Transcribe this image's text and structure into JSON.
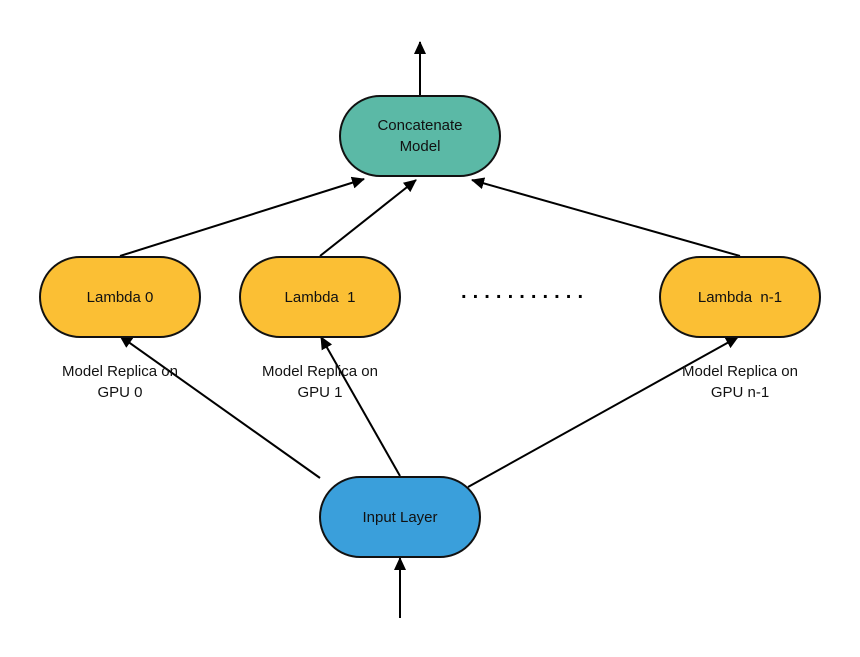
{
  "colors": {
    "concat_node": "#5BB9A6",
    "lambda_node": "#FBBF34",
    "input_node": "#3A9FDB",
    "stroke": "#111111",
    "edge": "#000000",
    "background": "#FFFFFF"
  },
  "nodes": {
    "concatenate": {
      "line1": "Concatenate",
      "line2": "Model"
    },
    "lambda0": {
      "label": "Lambda 0"
    },
    "lambda1": {
      "label": "Lambda  1"
    },
    "lambdaN": {
      "label": "Lambda  n-1"
    },
    "input": {
      "label": "Input Layer"
    }
  },
  "ellipsis": "· · · · · · · · · · ·",
  "captions": {
    "gpu0": {
      "line1": "Model Replica on",
      "line2": "GPU 0"
    },
    "gpu1": {
      "line1": "Model Replica on",
      "line2": "GPU 1"
    },
    "gpuN": {
      "line1": "Model Replica on",
      "line2": "GPU n-1"
    }
  }
}
